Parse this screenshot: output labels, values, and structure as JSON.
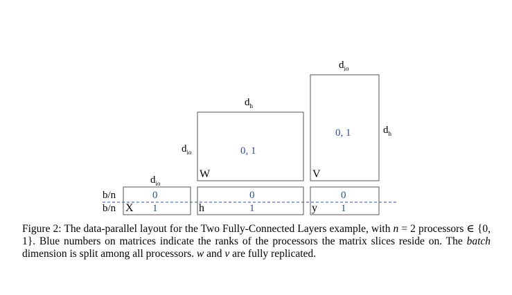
{
  "row_labels": {
    "top": "b/n",
    "bottom": "b/n"
  },
  "matrices": {
    "x": {
      "name": "X",
      "dim_main": "d",
      "dim_sub": "io",
      "rank_top": "0",
      "rank_bottom": "1"
    },
    "h": {
      "name": "h",
      "rank_top": "0",
      "rank_bottom": "1"
    },
    "y": {
      "name": "y",
      "rank_top": "0",
      "rank_bottom": "1"
    },
    "w": {
      "name": "W",
      "ranks": "0, 1",
      "top_dim_main": "d",
      "top_dim_sub": "h",
      "left_dim_main": "d",
      "left_dim_sub": "io"
    },
    "v": {
      "name": "V",
      "ranks": "0, 1",
      "top_dim_main": "d",
      "top_dim_sub": "io",
      "right_dim_main": "d",
      "right_dim_sub": "h"
    }
  },
  "caption": {
    "figure_label": "Figure 2:",
    "text_1": "The data-parallel layout for the Two Fully-Connected Layers example, with",
    "var_n": "n",
    "eq": " = 2",
    "text_2": "processors ∈ {0, 1}. Blue numbers on matrices indicate the ranks of the processors the matrix slices reside on. The",
    "batch_word": "batch",
    "text_3": "dimension is split among all processors.",
    "var_w": "w",
    "text_and": "and",
    "var_v": "v",
    "text_4": "are fully replicated."
  },
  "colors": {
    "rank_blue": "#2b4fa3",
    "box_stroke": "#555555"
  }
}
